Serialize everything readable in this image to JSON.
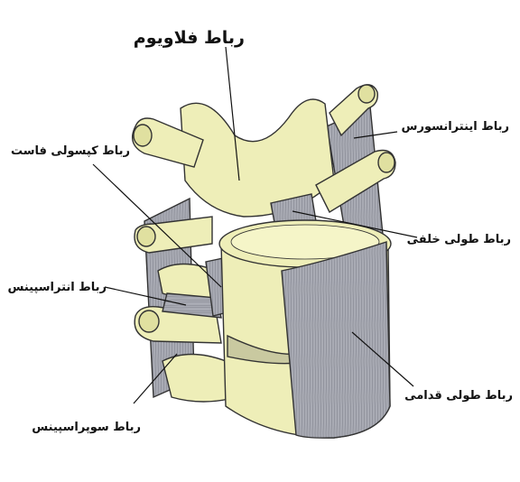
{
  "title": "رباط فلاویوم",
  "labels": {
    "intertransverse": "رباط اینترانسورس",
    "capsular": "رباط کپسولی فاست",
    "posterior_longitudinal": "رباط طولی خلفی",
    "interspinous": "رباط انتراسپینس",
    "anterior_longitudinal": "رباط طولی قدامی",
    "supraspinous": "رباط سوپراسپینس"
  },
  "colors": {
    "bone": "#eeeeb8",
    "ligament": "#a9abb4",
    "outline": "#333333"
  }
}
